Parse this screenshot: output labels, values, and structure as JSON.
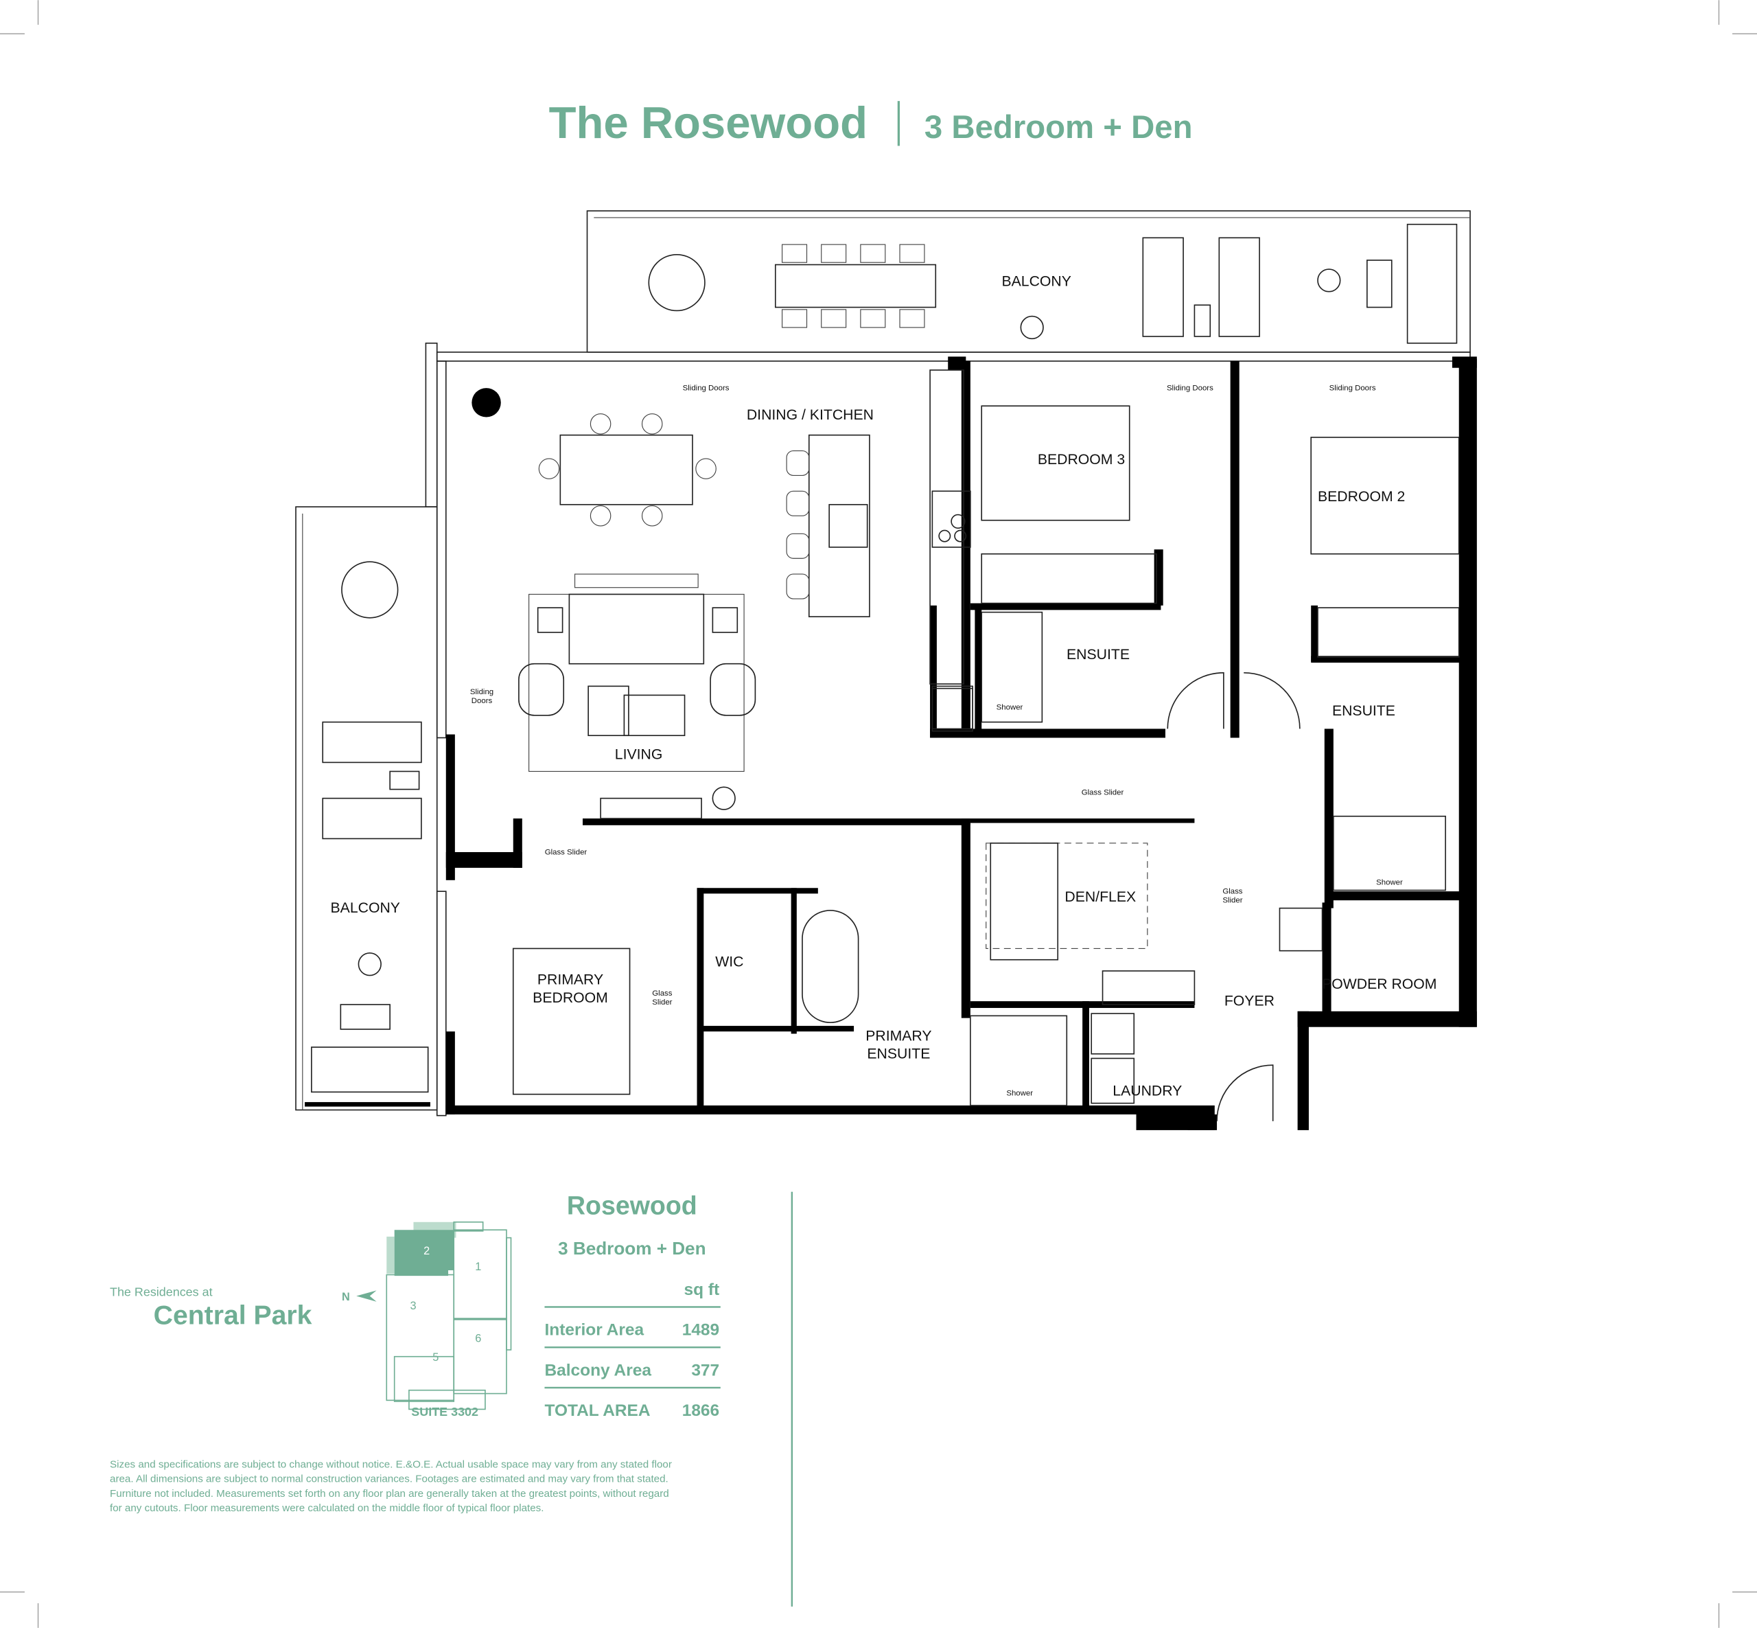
{
  "header": {
    "title": "The Rosewood",
    "subtitle": "3 Bedroom + Den"
  },
  "rooms": {
    "balcony_top": "BALCONY",
    "dining_kitchen": "DINING / KITCHEN",
    "bedroom3": "BEDROOM 3",
    "bedroom2": "BEDROOM 2",
    "ensuite_a": "ENSUITE",
    "ensuite_b": "ENSUITE",
    "living": "LIVING",
    "balcony_left": "BALCONY",
    "den_flex": "DEN/FLEX",
    "wic": "WIC",
    "primary_bedroom_1": "PRIMARY",
    "primary_bedroom_2": "BEDROOM",
    "primary_ensuite_1": "PRIMARY",
    "primary_ensuite_2": "ENSUITE",
    "foyer": "FOYER",
    "powder_room": "POWDER ROOM",
    "laundry": "LAUNDRY"
  },
  "notes": {
    "sliding_doors": "Sliding Doors",
    "sliding": "Sliding",
    "doors": "Doors",
    "glass_slider": "Glass Slider",
    "glass": "Glass",
    "slider": "Slider",
    "shower": "Shower"
  },
  "brand": {
    "line1": "The Residences at",
    "line2": "Central Park"
  },
  "keyplan": {
    "north": "N",
    "units": [
      "1",
      "2",
      "3",
      "5",
      "6"
    ],
    "suite": "SUITE 3302",
    "highlight_color": "#6fae94"
  },
  "summary": {
    "name": "Rosewood",
    "type": "3 Bedroom + Den",
    "unit": "sq ft",
    "rows": [
      {
        "label": "Interior Area",
        "value": "1489"
      },
      {
        "label": "Balcony Area",
        "value": "377"
      },
      {
        "label": "TOTAL AREA",
        "value": "1866"
      }
    ]
  },
  "disclaimer": [
    "Sizes and specifications are subject to change without notice. E.&O.E. Actual usable space may vary from any stated floor",
    "area. All dimensions are subject to normal construction variances. Footages are estimated and may vary from that stated.",
    "Furniture not included. Measurements set forth on any floor plan are generally taken at the greatest points, without regard",
    "for any cutouts. Floor measurements were calculated on the middle floor of typical floor plates."
  ],
  "colors": {
    "brand_green": "#6fae94",
    "walls": "#000000"
  }
}
